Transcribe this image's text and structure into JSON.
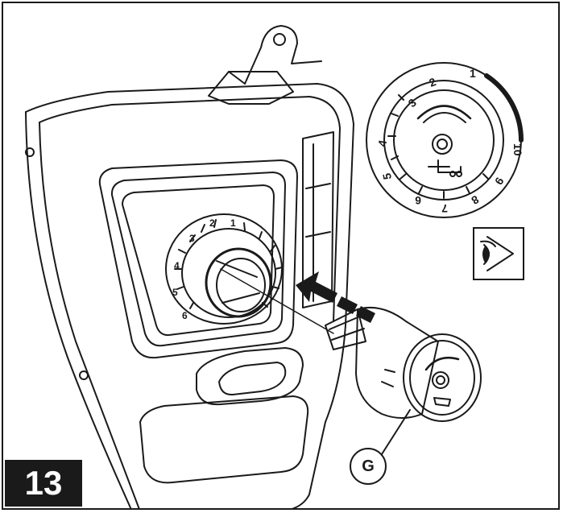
{
  "figure": {
    "step_number": "13",
    "callout_label": "G",
    "dial_inset_numbers": [
      "1",
      "2",
      "3",
      "4",
      "5",
      "6",
      "7",
      "8",
      "9",
      "10"
    ],
    "knob_numbers": [
      "1",
      "2",
      "3",
      "4",
      "5",
      "6"
    ],
    "icons": [
      "eye-icon",
      "insert-arrow-icon",
      "trailer-hitch-icon"
    ],
    "colors": {
      "line": "#1a1a1a",
      "background": "#ffffff"
    }
  }
}
